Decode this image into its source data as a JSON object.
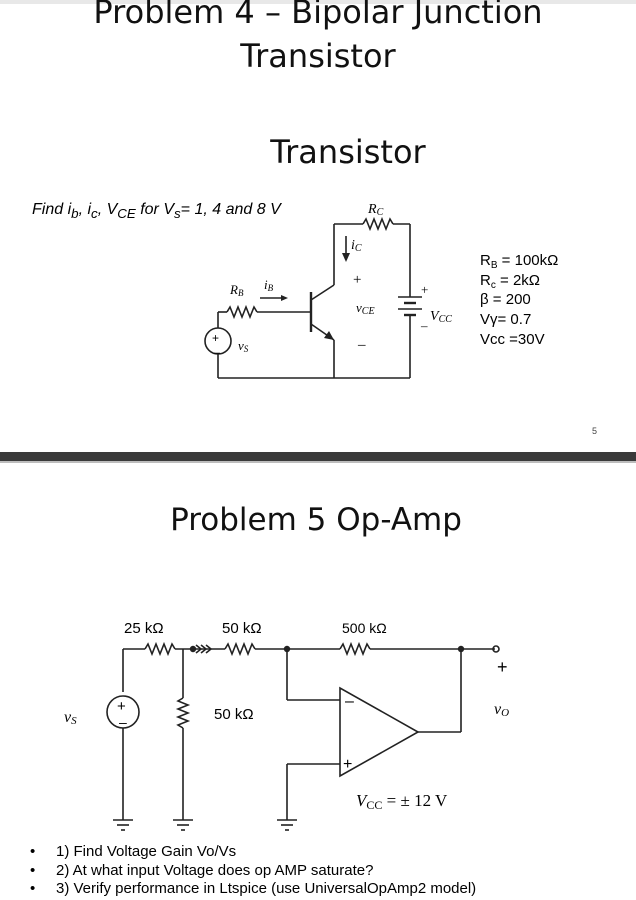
{
  "problem4": {
    "title_line1": "Problem 4 – Bipolar Junction",
    "title_line2": "Transistor",
    "subtitle": "Transistor",
    "find_prefix": "Find ",
    "find_ib": "i",
    "find_ib_sub": "b",
    "find_sep1": ", ",
    "find_ic": "i",
    "find_ic_sub": "c",
    "find_sep2": ", ",
    "find_vce": "V",
    "find_vce_sub": "CE",
    "find_mid": " for V",
    "find_vs_sub": "s",
    "find_tail": "= 1, 4 and 8 V",
    "labels": {
      "rc": "R",
      "rc_sub": "C",
      "ic": "i",
      "ic_sub": "C",
      "plus_vce": "+",
      "vce": "v",
      "vce_sub": "CE",
      "minus_vce": "–",
      "rb": "R",
      "rb_sub": "B",
      "ib": "i",
      "ib_sub": "B",
      "plus_vcc": "+",
      "minus_vcc": "–",
      "vcc": "V",
      "vcc_sub": "CC",
      "vs": "v",
      "vs_sub": "S",
      "src_plus": "+",
      "src_minus": "–"
    },
    "params": {
      "rb": "R",
      "rb_sub": "B",
      "rb_val": " = 100kΩ",
      "rc": "R",
      "rc_sub": "c",
      "rc_val": "  = 2kΩ",
      "beta": "β  = 200",
      "vy": "Vγ= 0.7",
      "vcc": "Vcc =30V"
    },
    "page_number": "5"
  },
  "problem5": {
    "title": "Problem 5 Op-Amp",
    "labels": {
      "r1": "25 kΩ",
      "r2": "50 kΩ",
      "r3": "500 kΩ",
      "r4": "50 kΩ",
      "vs": "v",
      "vs_sub": "S",
      "src_plus": "+",
      "src_minus": "–",
      "out_plus": "+",
      "vo": "v",
      "vo_sub": "O",
      "inv": "–",
      "noninv": "+",
      "vcc": "V",
      "vcc_sub": "CC",
      "vcc_val": " = ± 12 V"
    },
    "tasks": [
      "1) Find Voltage Gain Vo/Vs",
      "2) At what input Voltage  does op AMP saturate?",
      "3) Verify performance in Ltspice (use UniversalOpAmp2 model)"
    ]
  }
}
